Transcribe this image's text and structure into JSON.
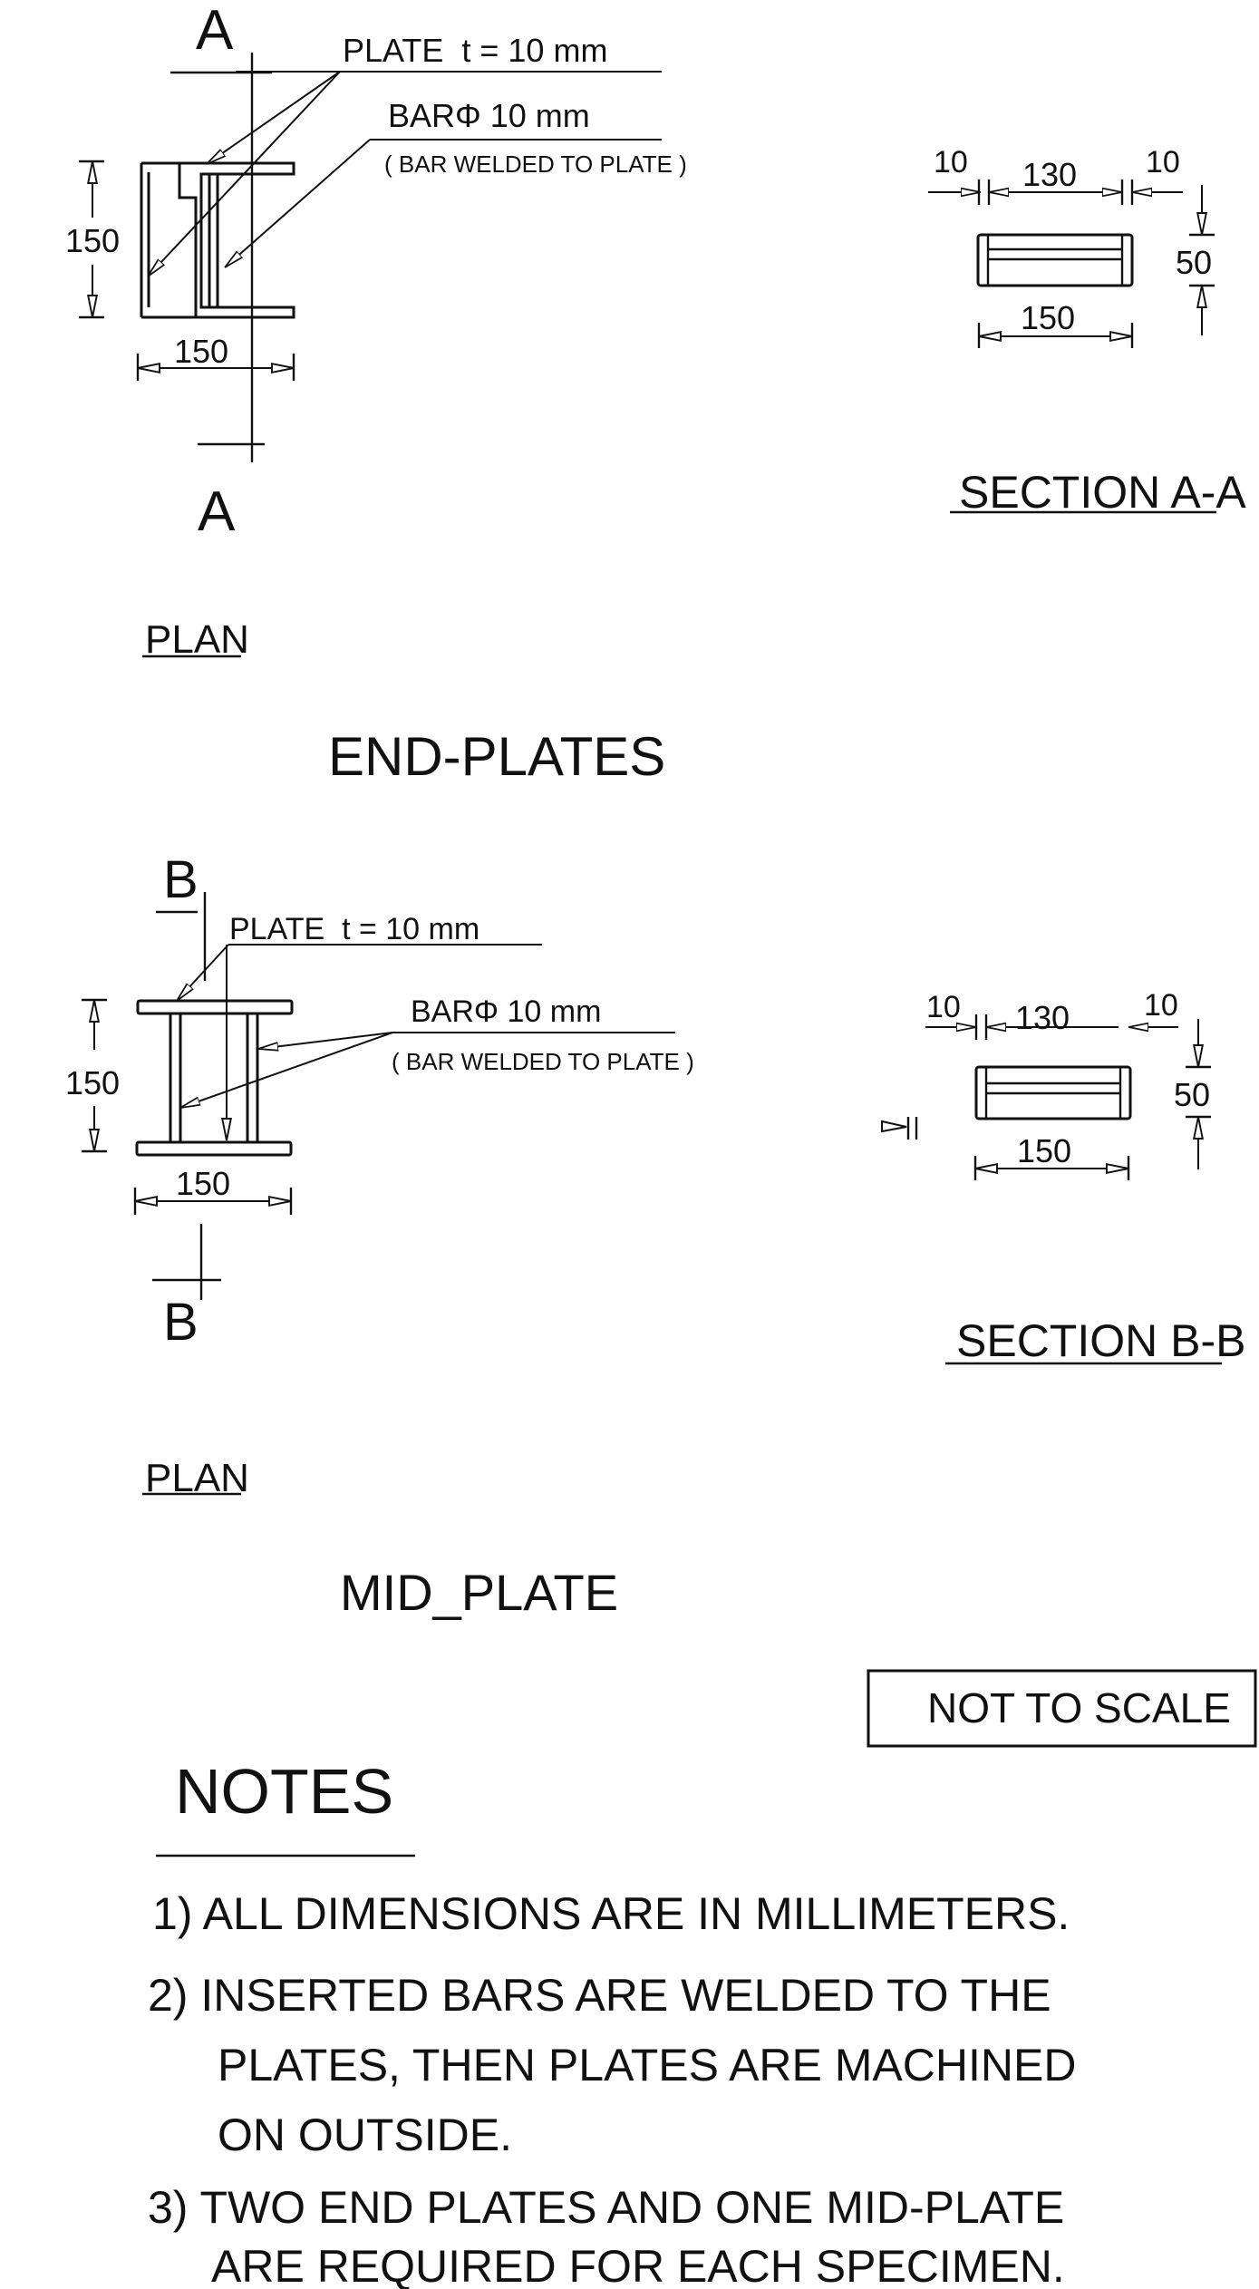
{
  "end_plates": {
    "title": "END-PLATES",
    "plan": {
      "label": "PLAN",
      "section_marker": "A",
      "section_marker_bottom": "A",
      "plate_note": "PLATE  t = 10 mm",
      "bar_note": "BARΦ 10 mm",
      "bar_note_sub": "( BAR WELDED TO PLATE )",
      "dim_height": "150",
      "dim_width": "150"
    },
    "section": {
      "label": "SECTION A-A",
      "dim_left": "10",
      "dim_mid": "130",
      "dim_right": "10",
      "dim_height": "50",
      "dim_width": "150"
    }
  },
  "mid_plate": {
    "title": "MID_PLATE",
    "plan": {
      "label": "PLAN",
      "section_marker": "B",
      "section_marker_bottom": "B",
      "plate_note": "PLATE  t = 10 mm",
      "bar_note": "BARΦ 10 mm",
      "bar_note_sub": "( BAR WELDED TO PLATE )",
      "dim_height": "150",
      "dim_width": "150"
    },
    "section": {
      "label": "SECTION B-B",
      "dim_left": "10",
      "dim_mid": "130",
      "dim_right": "10",
      "dim_height": "50",
      "dim_width": "150"
    }
  },
  "scale_box": {
    "label": "NOT TO SCALE"
  },
  "notes": {
    "title": "NOTES",
    "items": [
      {
        "lines": [
          "1) ALL DIMENSIONS ARE IN MILLIMETERS."
        ]
      },
      {
        "lines": [
          "2) INSERTED BARS ARE WELDED TO THE",
          "PLATES, THEN PLATES ARE MACHINED",
          "ON OUTSIDE."
        ]
      },
      {
        "lines": [
          "3) TWO END PLATES AND ONE MID-PLATE",
          "ARE REQUIRED FOR EACH SPECIMEN."
        ]
      }
    ]
  }
}
